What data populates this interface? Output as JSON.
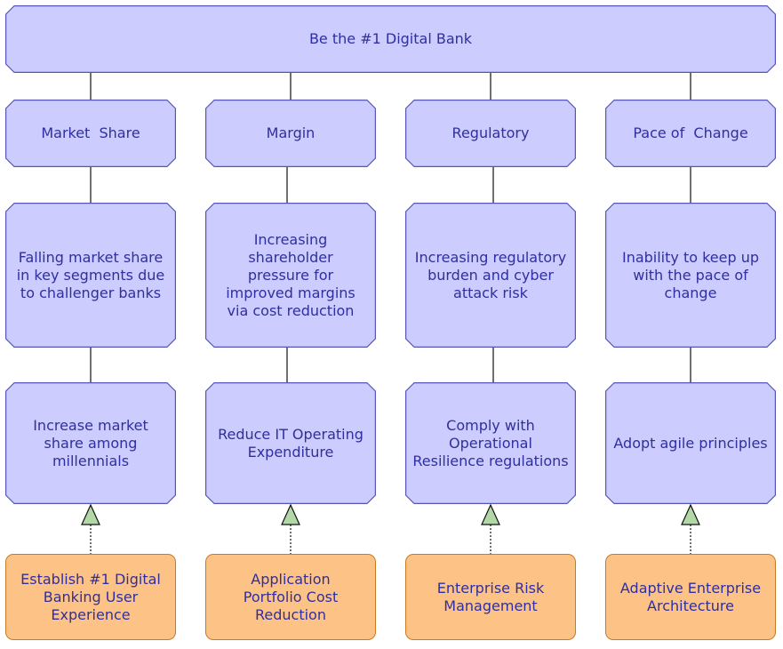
{
  "goal": {
    "label": "Be the #1 Digital Bank"
  },
  "columns": [
    {
      "driver": "Market  Share",
      "assessment": "Falling market share\nin key segments due\nto challenger banks",
      "outcome": "Increase market\nshare among\nmillennials",
      "capability": "Establish #1 Digital\nBanking User\nExperience"
    },
    {
      "driver": "Margin",
      "assessment": "Increasing\nshareholder\npressure for\nimproved margins\nvia cost reduction",
      "outcome": "Reduce IT Operating\nExpenditure",
      "capability": "Application\nPortfolio Cost\nReduction"
    },
    {
      "driver": "Regulatory",
      "assessment": "Increasing regulatory\nburden and cyber\nattack risk",
      "outcome": "Comply with\nOperational\nResilience regulations",
      "capability": "Enterprise Risk\nManagement"
    },
    {
      "driver": "Pace of  Change",
      "assessment": "Inability to keep up\nwith the pace of\nchange",
      "outcome": "Adopt agile principles",
      "capability": "Adaptive Enterprise\nArchitecture"
    }
  ],
  "colors": {
    "motivation_fill": "#ccccff",
    "motivation_border": "#5656b8",
    "strategy_fill": "#fdc286",
    "strategy_border": "#c87a28",
    "text": "#2f2f9f",
    "arrowhead_fill": "#b2d8a8"
  }
}
